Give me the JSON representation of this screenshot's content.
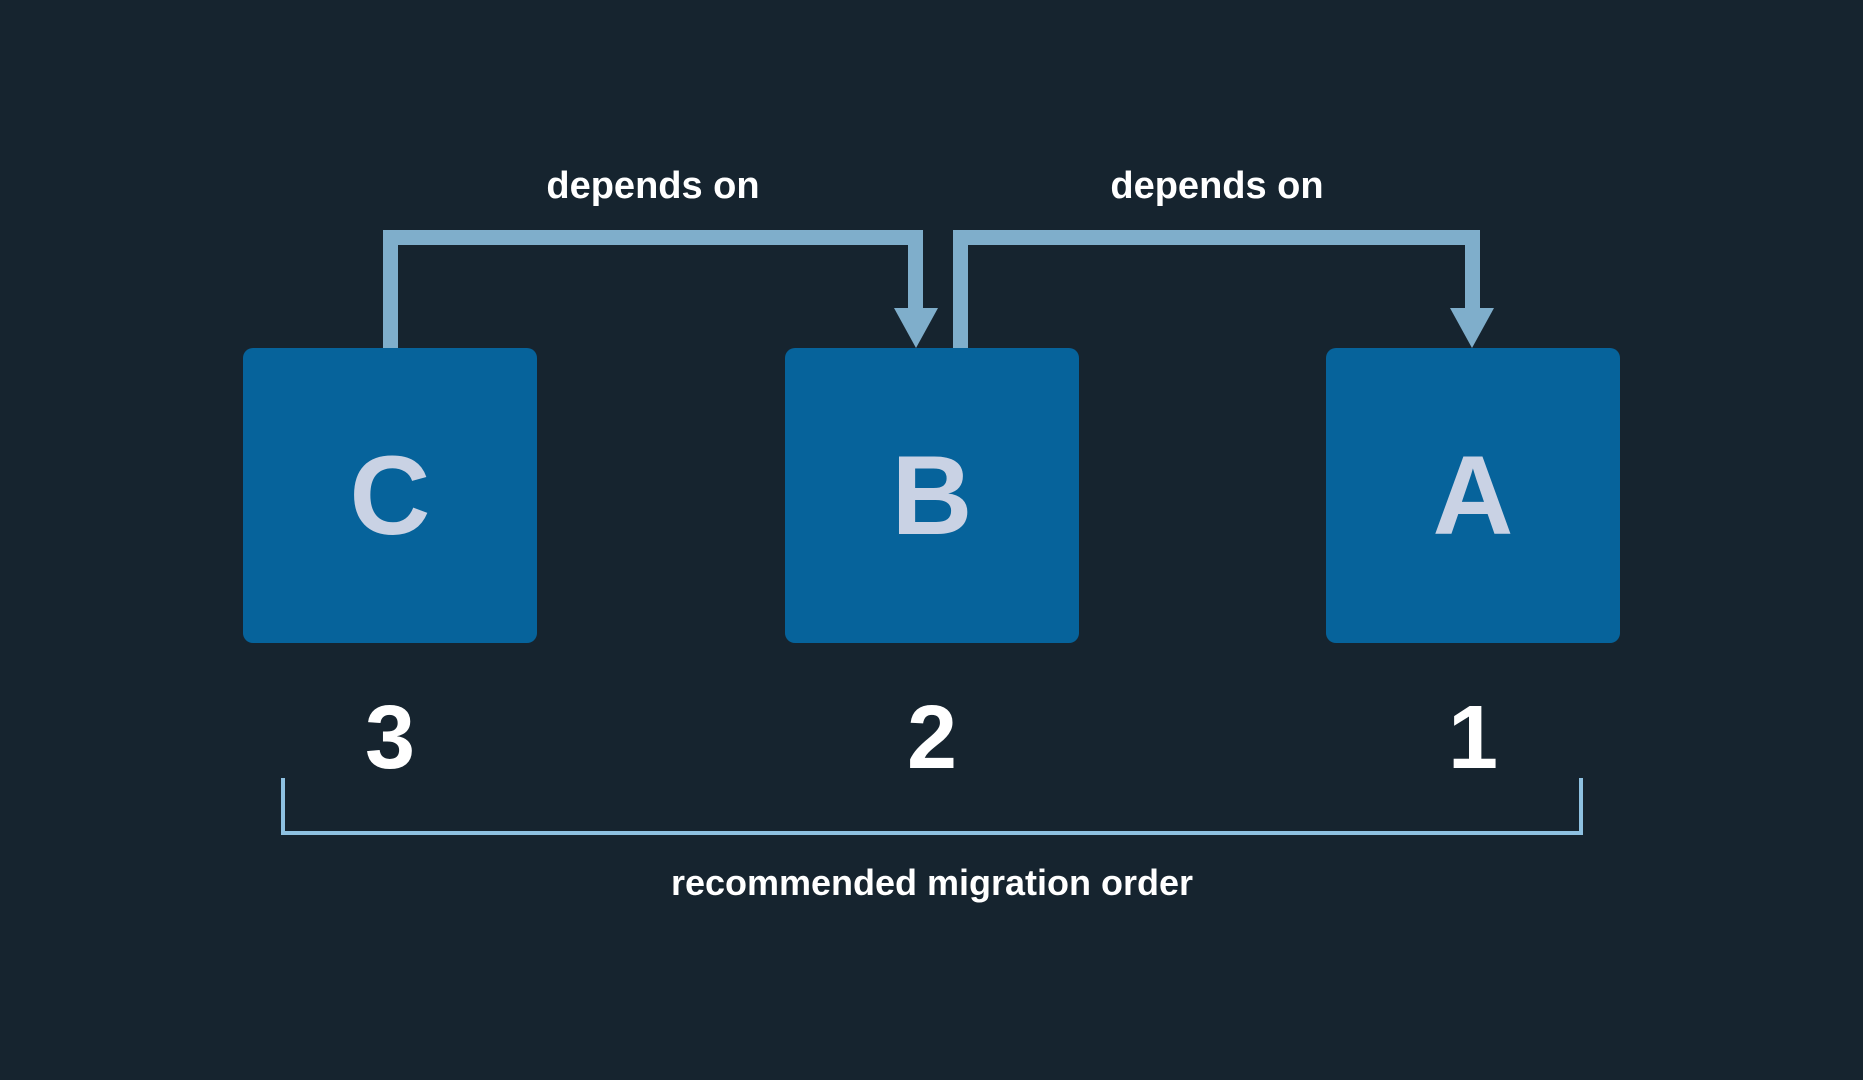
{
  "colors": {
    "bg": "#16242F",
    "box": "#06639B",
    "letter": "#C9D2E4",
    "arrow": "#7FAECB",
    "bracket": "#8EC1E1",
    "text": "#FFFFFF"
  },
  "diagram": {
    "boxes": [
      {
        "letter": "C",
        "order": "3"
      },
      {
        "letter": "B",
        "order": "2"
      },
      {
        "letter": "A",
        "order": "1"
      }
    ],
    "arrows": [
      {
        "from": "C",
        "to": "B",
        "label": "depends on"
      },
      {
        "from": "B",
        "to": "A",
        "label": "depends on"
      }
    ],
    "bracket_label": "recommended migration order"
  }
}
